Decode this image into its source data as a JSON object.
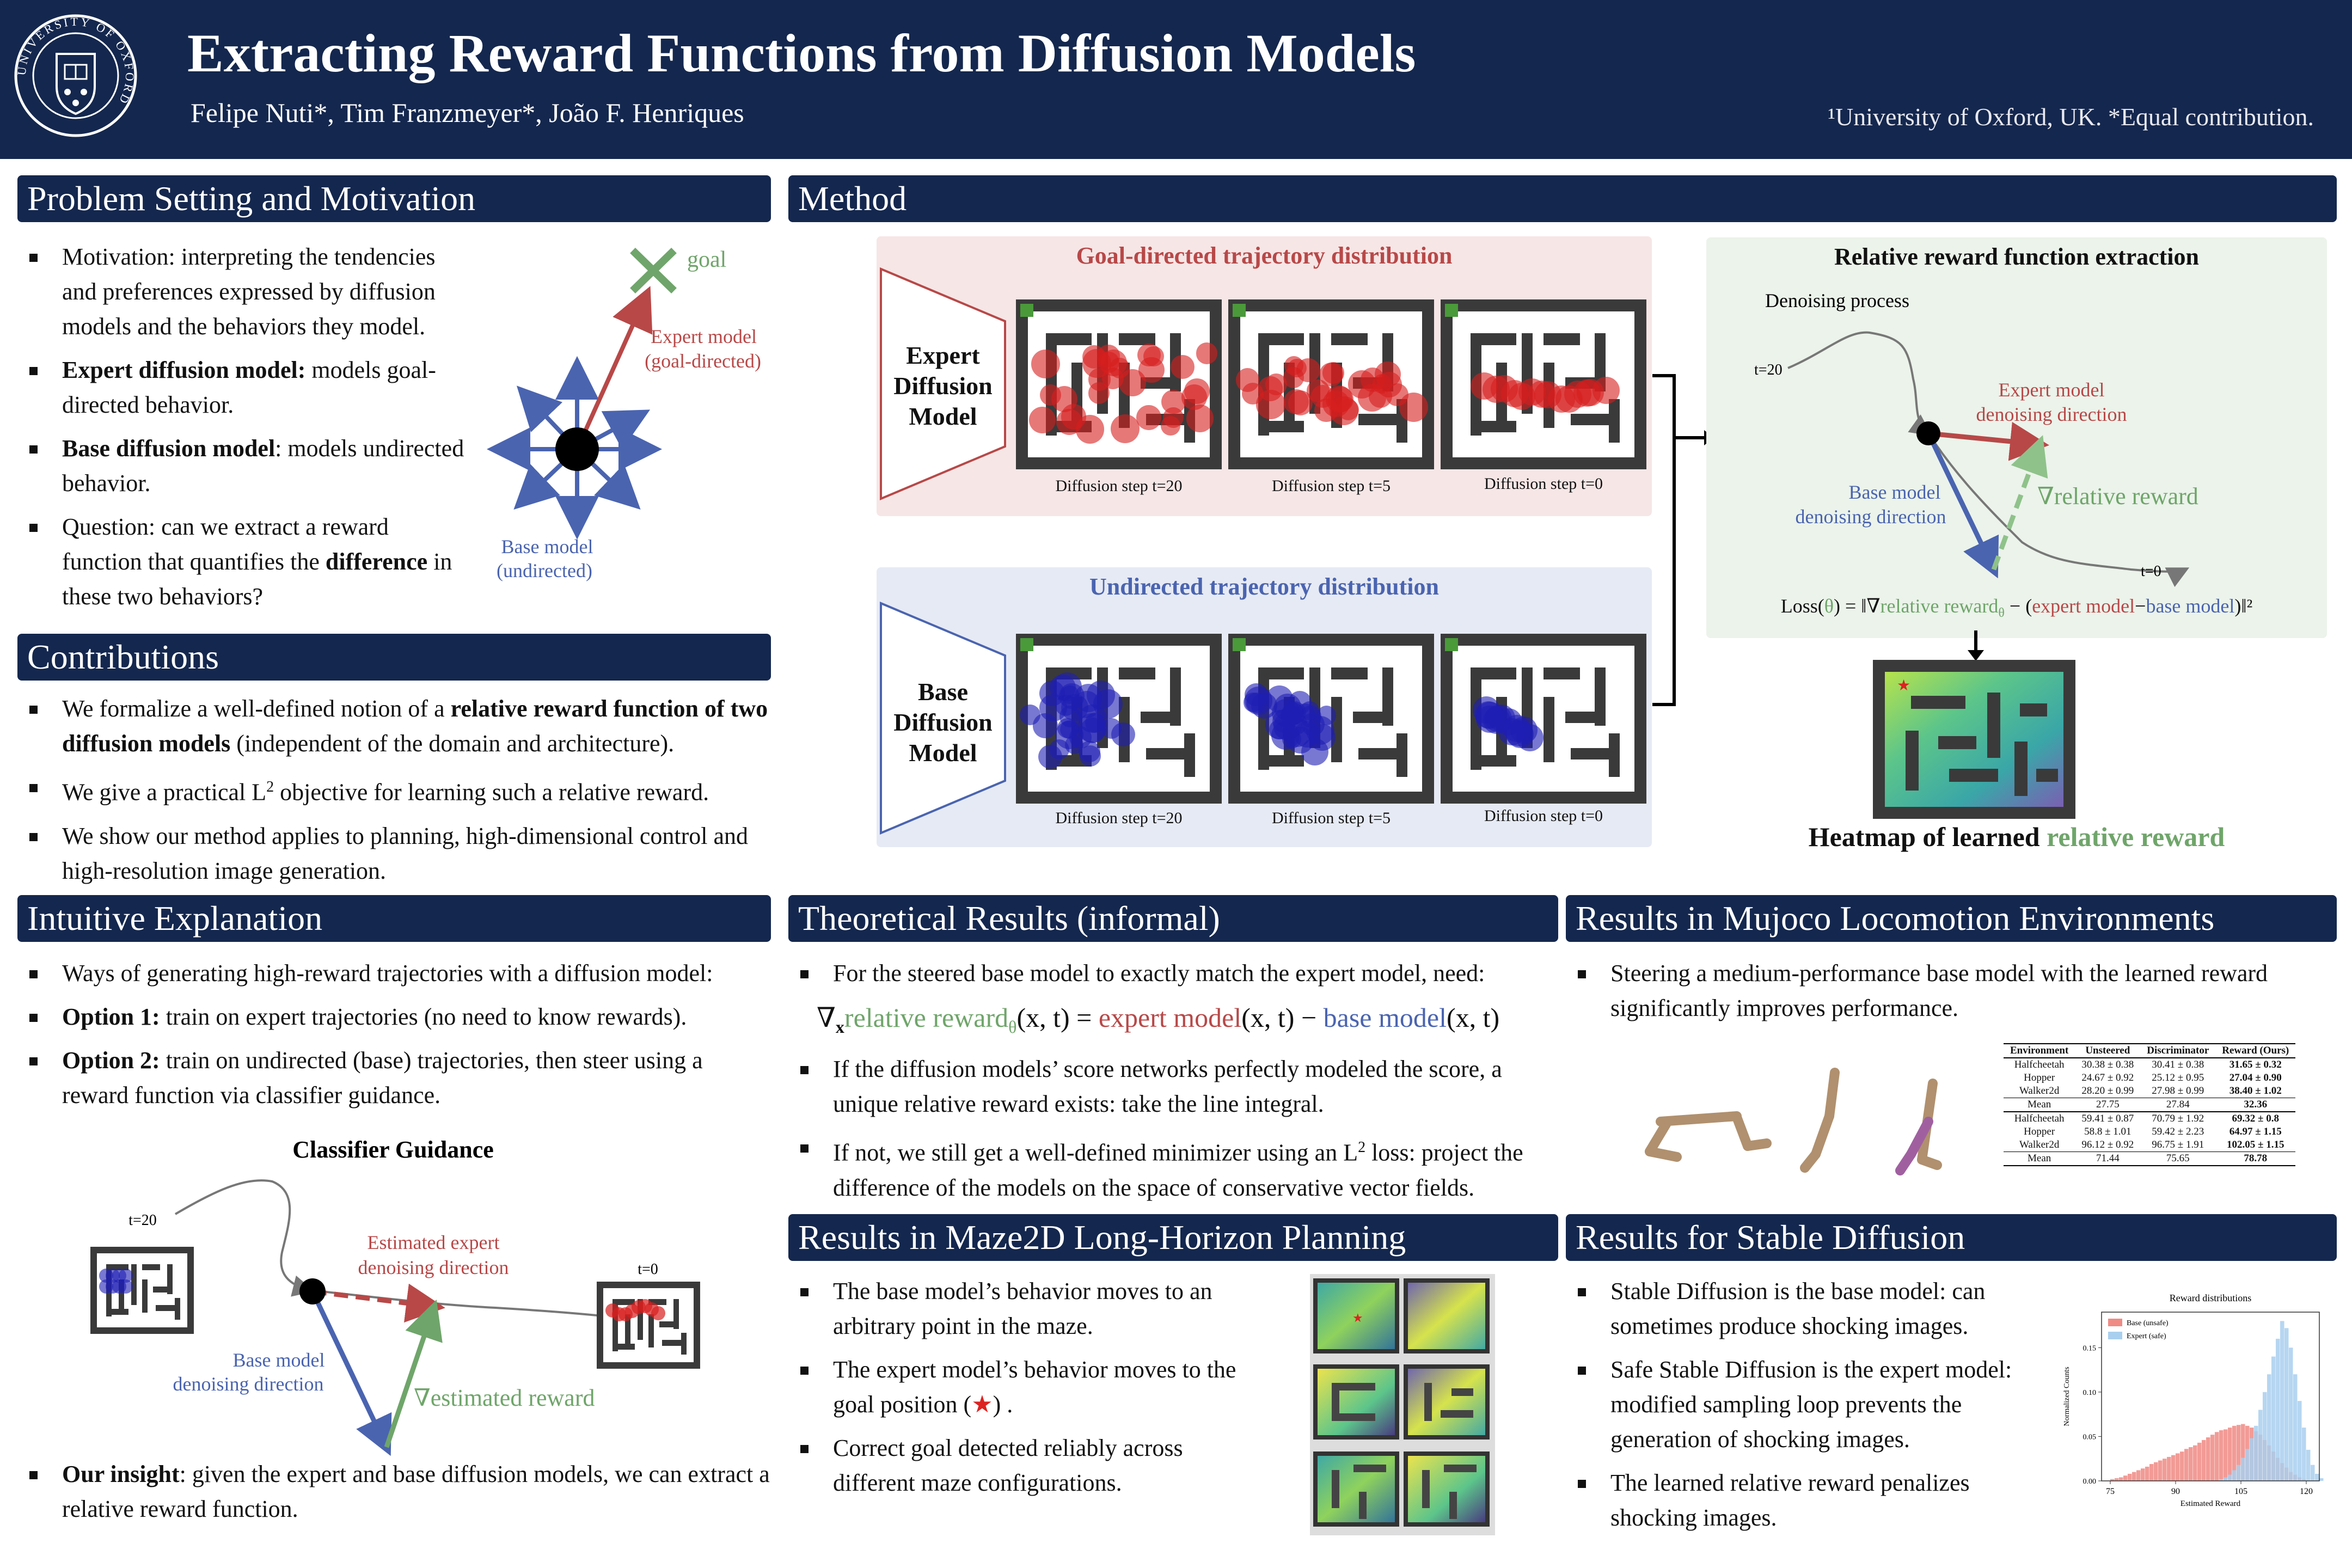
{
  "header": {
    "title": "Extracting Reward Functions from Diffusion Models",
    "authors": "Felipe Nuti*, Tim Franzmeyer*, João F. Henriques",
    "affiliation": "¹University of Oxford, UK. *Equal contribution.",
    "logo_text": "UNIVERSITY OF OXFORD"
  },
  "sections": {
    "problem": "Problem Setting and Motivation",
    "method": "Method",
    "contributions": "Contributions",
    "intuitive": "Intuitive Explanation",
    "theory": "Theoretical Results (informal)",
    "mujoco": "Results in Mujoco Locomotion Environments",
    "maze2d": "Results in Maze2D Long-Horizon Planning",
    "stable": "Results for Stable Diffusion"
  },
  "problem": {
    "b1": "Motivation: interpreting the tendencies and preferences expressed by diffusion models and the behaviors they model.",
    "b2_bold": "Expert diffusion model:",
    "b2_rest": " models goal-directed behavior.",
    "b3_bold": "Base diffusion model",
    "b3_rest": ": models undirected behavior.",
    "b4_pre": "Question: can we extract a reward function that quantifies the ",
    "b4_bold": "difference",
    "b4_post": " in these two behaviors?",
    "fig": {
      "goal": "goal",
      "expert1": "Expert model",
      "expert2": "(goal-directed)",
      "base1": "Base model",
      "base2": "(undirected)"
    }
  },
  "contributions": {
    "c1_pre": "We formalize a well-defined notion of a ",
    "c1_bold": "relative reward function of two diffusion models",
    "c1_post": " (independent of the domain and architecture).",
    "c2_pre": "We give a practical L",
    "c2_sup": "2",
    "c2_post": " objective for learning such a relative reward.",
    "c3": "We show our method applies to planning, high-dimensional control and high-resolution image generation."
  },
  "method": {
    "goal_title": "Goal-directed trajectory distribution",
    "undirected_title": "Undirected trajectory distribution",
    "expert_model": "Expert Diffusion Model",
    "base_model": "Base Diffusion Model",
    "steps": [
      "Diffusion step t=20",
      "Diffusion step t=5",
      "Diffusion step t=0"
    ],
    "extraction_title": "Relative reward function extraction",
    "denoising": "Denoising process",
    "t20": "t=20",
    "t0": "t=0",
    "expert_dir1": "Expert model",
    "expert_dir2": "denoising direction",
    "base_dir1": "Base model",
    "base_dir2": "denoising direction",
    "rel_reward": "∇relative reward",
    "loss_pre": "Loss(",
    "loss_theta": "θ",
    "loss_mid": ") = ‖∇",
    "loss_rr": "relative reward",
    "loss_sub": "θ",
    "loss_minus": " − (",
    "loss_expert": "expert model",
    "loss_dash": "−",
    "loss_base": "base model",
    "loss_end": ")‖²",
    "heatmap_pre": "Heatmap of learned ",
    "heatmap_green": "relative reward"
  },
  "intuitive": {
    "b1": "Ways of generating high-reward trajectories with a diffusion model:",
    "b2_bold": "Option 1:",
    "b2_rest": " train on expert trajectories (no need to know rewards).",
    "b3_bold": "Option 2:",
    "b3_rest": " train on undirected (base) trajectories, then steer using a reward function via classifier guidance.",
    "fig_title": "Classifier Guidance",
    "t20": "t=20",
    "t0": "t=0",
    "est1": "Estimated expert",
    "est2": "denoising direction",
    "base1": "Base model",
    "base2": "denoising direction",
    "est_reward": "∇estimated reward",
    "b4_bold": "Our insight",
    "b4_rest": ": given the expert and base diffusion models, we can extract a relative reward function."
  },
  "theory": {
    "b1": "For the steered base model to exactly match the expert model, need:",
    "eq_nabla": "∇",
    "eq_x": "x",
    "eq_rr": "relative reward",
    "eq_theta": "θ",
    "eq_args": "(x, t) = ",
    "eq_expert": "expert model",
    "eq_args2": "(x, t) − ",
    "eq_base": "base model",
    "eq_args3": "(x, t)",
    "b2": "If the diffusion models’ score networks perfectly modeled the score, a unique relative reward exists: take the line integral.",
    "b3_pre": "If not, we still get a well-defined minimizer using an L",
    "b3_sup": "2",
    "b3_post": " loss: project the difference of the models on the space of conservative vector fields."
  },
  "mujoco": {
    "b1": "Steering a medium-performance base model with the learned reward significantly improves performance.",
    "table": {
      "headers": [
        "Environment",
        "Unsteered",
        "Discriminator",
        "Reward (Ours)"
      ],
      "group1": [
        [
          "Halfcheetah",
          "30.38 ± 0.38",
          "30.41 ± 0.38",
          "31.65 ± 0.32"
        ],
        [
          "Hopper",
          "24.67 ± 0.92",
          "25.12 ± 0.95",
          "27.04 ± 0.90"
        ],
        [
          "Walker2d",
          "28.20 ± 0.99",
          "27.98 ± 0.99",
          "38.40 ± 1.02"
        ]
      ],
      "mean1": [
        "Mean",
        "27.75",
        "27.84",
        "32.36"
      ],
      "group2": [
        [
          "Halfcheetah",
          "59.41 ± 0.87",
          "70.79 ± 1.92",
          "69.32 ± 0.8"
        ],
        [
          "Hopper",
          "58.8 ± 1.01",
          "59.42 ± 2.23",
          "64.97 ± 1.15"
        ],
        [
          "Walker2d",
          "96.12 ± 0.92",
          "96.75 ± 1.91",
          "102.05 ± 1.15"
        ]
      ],
      "mean2": [
        "Mean",
        "71.44",
        "75.65",
        "78.78"
      ]
    }
  },
  "maze2d": {
    "b1": "The base model’s behavior moves to an arbitrary point in the maze.",
    "b2_pre": "The expert model’s behavior moves to the goal position (",
    "b2_star": "★",
    "b2_post": ") .",
    "b3": "Correct goal detected reliably across different maze configurations."
  },
  "stable": {
    "b1": "Stable Diffusion is the base model: can sometimes produce shocking images.",
    "b2": "Safe Stable Diffusion is the expert model: modified sampling loop prevents the generation of shocking images.",
    "b3": "The learned relative reward penalizes shocking images."
  },
  "chart_data": {
    "type": "histogram",
    "title": "Reward distributions",
    "xlabel": "Estimated Reward",
    "ylabel": "Normalized Counts",
    "xlim": [
      73,
      123
    ],
    "ylim": [
      0,
      0.19
    ],
    "xticks": [
      75,
      90,
      105,
      120
    ],
    "yticks": [
      "0.00",
      "0.05",
      "0.10",
      "0.15"
    ],
    "legend": "top-left",
    "series": [
      {
        "name": "Base (unsafe)",
        "color": "#f08a84",
        "bin_start": 75,
        "bin_width": 1,
        "values": [
          0.002,
          0.003,
          0.004,
          0.006,
          0.008,
          0.01,
          0.012,
          0.014,
          0.016,
          0.019,
          0.021,
          0.023,
          0.025,
          0.027,
          0.029,
          0.031,
          0.033,
          0.036,
          0.038,
          0.04,
          0.043,
          0.046,
          0.049,
          0.052,
          0.055,
          0.057,
          0.058,
          0.06,
          0.062,
          0.063,
          0.064,
          0.062,
          0.06,
          0.056,
          0.052,
          0.046,
          0.04,
          0.033,
          0.026,
          0.02,
          0.015,
          0.01,
          0.007,
          0.004,
          0.002
        ]
      },
      {
        "name": "Expert (safe)",
        "color": "#a9cfee",
        "bin_start": 100,
        "bin_width": 1,
        "values": [
          0.002,
          0.004,
          0.007,
          0.012,
          0.018,
          0.026,
          0.036,
          0.048,
          0.062,
          0.08,
          0.1,
          0.12,
          0.14,
          0.16,
          0.18,
          0.172,
          0.15,
          0.12,
          0.09,
          0.06,
          0.035,
          0.018,
          0.008,
          0.003
        ]
      }
    ]
  }
}
